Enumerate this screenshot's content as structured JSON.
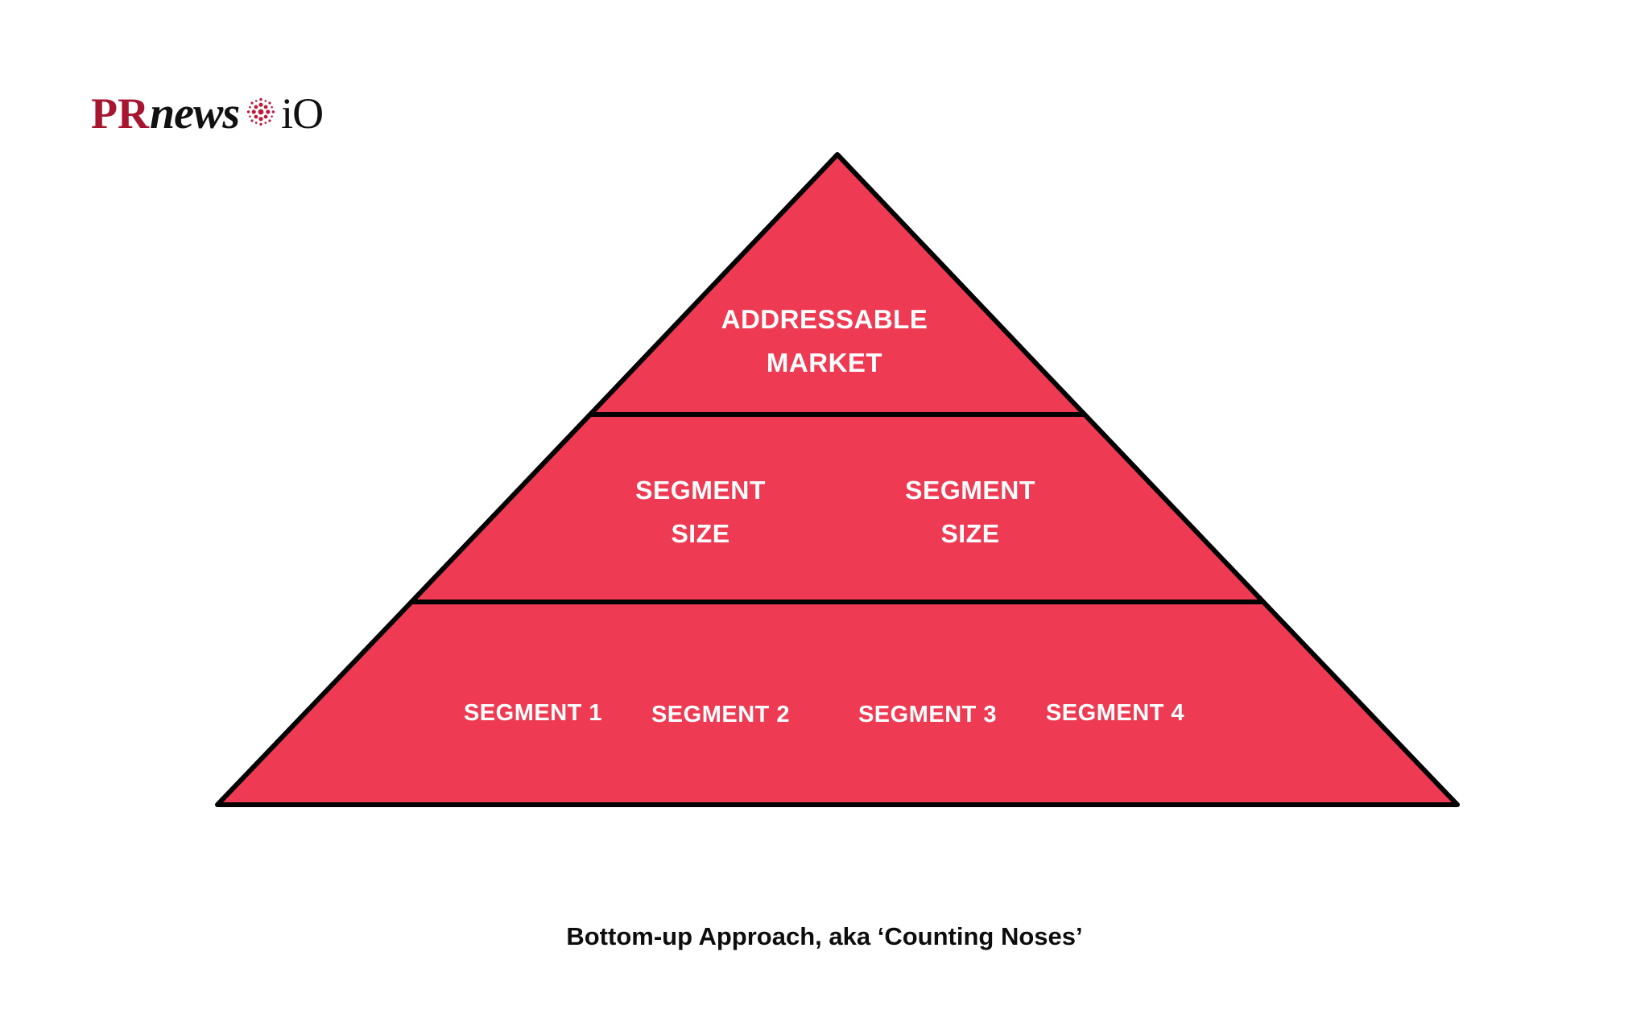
{
  "brand": {
    "logo": {
      "name": "prnewsio-logo",
      "part_pr": "PR",
      "part_news": "news",
      "part_dots_icon": "dot-cluster-icon",
      "part_io": "iO",
      "color_pr": "#A81530",
      "color_news": "#111111",
      "color_dots": "#BE1B3B"
    }
  },
  "diagram": {
    "type": "pyramid",
    "title": "Bottom-up Approach, aka ‘Counting Noses’",
    "fill_color": "#EE3B53",
    "stroke_color": "#000000",
    "text_color": "#FFFFFF",
    "background_color": "#FFFFFF",
    "tiers": [
      {
        "id": "tier-top",
        "level": 1,
        "labels": [
          "ADDRESSABLE",
          "MARKET"
        ],
        "label_full": "ADDRESSABLE MARKET"
      },
      {
        "id": "tier-middle",
        "level": 2,
        "segments": [
          {
            "line1": "SEGMENT",
            "line2": "SIZE"
          },
          {
            "line1": "SEGMENT",
            "line2": "SIZE"
          }
        ]
      },
      {
        "id": "tier-bottom",
        "level": 3,
        "segments": [
          {
            "label": "SEGMENT 1"
          },
          {
            "label": "SEGMENT 2"
          },
          {
            "label": "SEGMENT 3"
          },
          {
            "label": "SEGMENT 4"
          }
        ]
      }
    ]
  },
  "caption": {
    "text": "Bottom-up Approach, aka ‘Counting Noses’"
  }
}
